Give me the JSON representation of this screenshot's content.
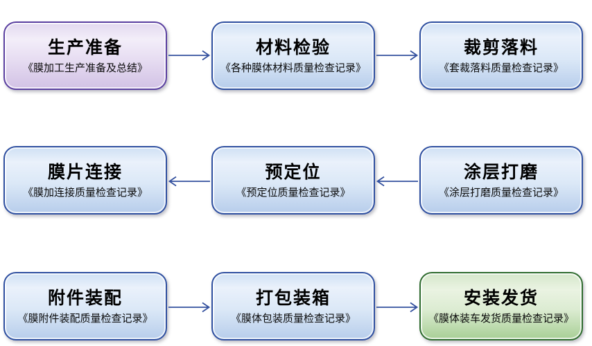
{
  "diagram": {
    "type": "process-flowchart",
    "background_color": "#ffffff",
    "arrow_color": "#33509e",
    "colors": {
      "purple_fill_top": "#e2d8ef",
      "purple_fill_bottom": "#d2c2e5",
      "purple_border": "#5a3fa0",
      "blue_fill_top": "#cfe0f4",
      "blue_fill_bottom": "#b7cdeb",
      "blue_border": "#2e4fa0",
      "green_fill_top": "#d5e7ca",
      "green_fill_bottom": "#a8cf96",
      "green_border": "#2e6b2e"
    }
  },
  "nodes": [
    {
      "id": "production-prep",
      "title": "生产准备",
      "subtitle": "《膜加工生产准备及总结》",
      "color": "purple",
      "row": 1,
      "col": 1
    },
    {
      "id": "material-inspection",
      "title": "材料检验",
      "subtitle": "《各种膜体材料质量检查记录》",
      "color": "blue",
      "row": 1,
      "col": 2
    },
    {
      "id": "cutting-blanking",
      "title": "裁剪落料",
      "subtitle": "《套裁落料质量检查记录》",
      "color": "blue",
      "row": 1,
      "col": 3
    },
    {
      "id": "membrane-connection",
      "title": "膜片连接",
      "subtitle": "《膜加连接质量检查记录》",
      "color": "blue",
      "row": 2,
      "col": 1
    },
    {
      "id": "pre-positioning",
      "title": "预定位",
      "subtitle": "《预定位质量检查记录》",
      "color": "blue",
      "row": 2,
      "col": 2
    },
    {
      "id": "coating-polishing",
      "title": "涂层打磨",
      "subtitle": "《涂层打磨质量检查记录》",
      "color": "blue",
      "row": 2,
      "col": 3
    },
    {
      "id": "accessory-assembly",
      "title": "附件装配",
      "subtitle": "《膜附件装配质量检查记录》",
      "color": "blue",
      "row": 3,
      "col": 1
    },
    {
      "id": "packing-boxing",
      "title": "打包装箱",
      "subtitle": "《膜体包装质量检查记录》",
      "color": "blue",
      "row": 3,
      "col": 2
    },
    {
      "id": "install-shipping",
      "title": "安装发货",
      "subtitle": "《膜体装车发货质量检查记录》",
      "color": "green",
      "row": 3,
      "col": 3
    }
  ],
  "connectors": [
    {
      "from": "production-prep",
      "to": "material-inspection",
      "direction": "right"
    },
    {
      "from": "material-inspection",
      "to": "cutting-blanking",
      "direction": "right"
    },
    {
      "from": "coating-polishing",
      "to": "pre-positioning",
      "direction": "left"
    },
    {
      "from": "pre-positioning",
      "to": "membrane-connection",
      "direction": "left"
    },
    {
      "from": "accessory-assembly",
      "to": "packing-boxing",
      "direction": "right"
    },
    {
      "from": "packing-boxing",
      "to": "install-shipping",
      "direction": "right"
    }
  ]
}
